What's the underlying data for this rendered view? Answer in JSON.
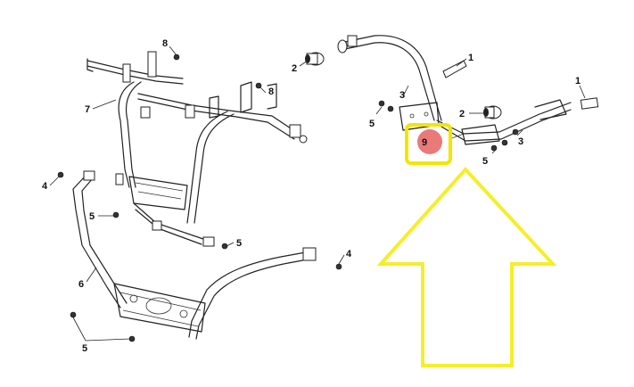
{
  "callouts": [
    {
      "id": "c8a",
      "label": "8"
    },
    {
      "id": "c8b",
      "label": "8"
    },
    {
      "id": "c7",
      "label": "7"
    },
    {
      "id": "c4a",
      "label": "4"
    },
    {
      "id": "c5a",
      "label": "5"
    },
    {
      "id": "c5b",
      "label": "5"
    },
    {
      "id": "c6",
      "label": "6"
    },
    {
      "id": "c4b",
      "label": "4"
    },
    {
      "id": "c5c",
      "label": "5"
    },
    {
      "id": "c2a",
      "label": "2"
    },
    {
      "id": "c1a",
      "label": "1"
    },
    {
      "id": "c3a",
      "label": "3"
    },
    {
      "id": "c5d",
      "label": "5"
    },
    {
      "id": "c2b",
      "label": "2"
    },
    {
      "id": "c1b",
      "label": "1"
    },
    {
      "id": "c3b",
      "label": "3"
    },
    {
      "id": "c5e",
      "label": "5"
    },
    {
      "id": "c9",
      "label": "9"
    }
  ],
  "highlight": {
    "label": "9",
    "box_color": "#f2e600",
    "dot_color": "#e86a6a",
    "arrow_color": "#f5ee2a"
  }
}
